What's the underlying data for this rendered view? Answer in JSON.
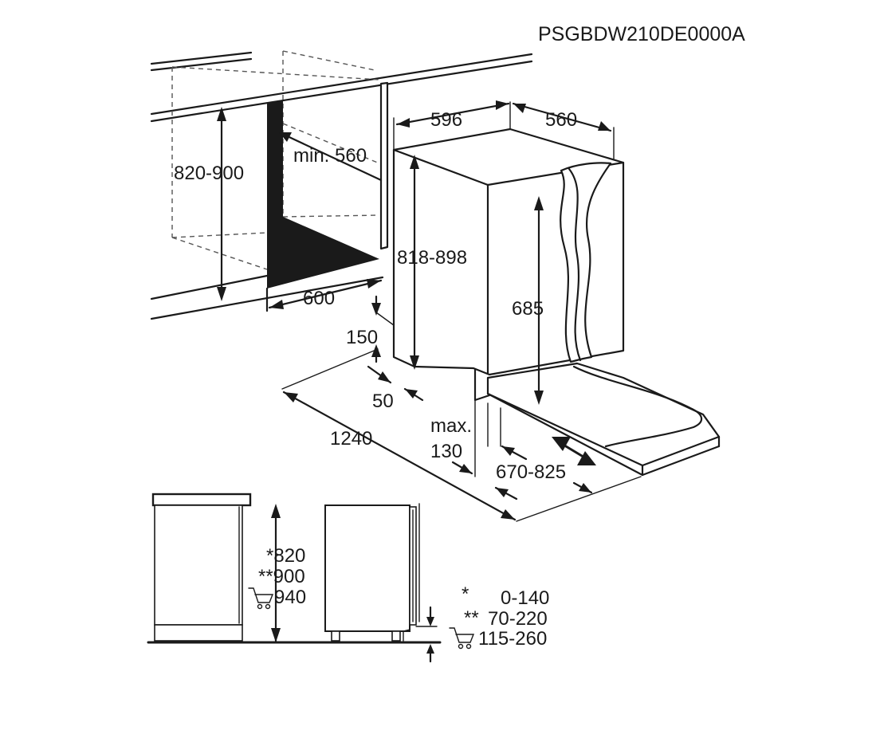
{
  "product_code": "PSGBDW210DE0000A",
  "dimensions": {
    "niche_height": "820-900",
    "niche_depth": "min. 560",
    "niche_width": "600",
    "appliance_width": "596",
    "appliance_depth": "560",
    "appliance_height": "818-898",
    "door_height": "685",
    "plinth_clearance": "150",
    "plinth_offset": "50",
    "door_opening_total": "1240",
    "plinth_depth_label_1": "max.",
    "plinth_depth_label_2": "130",
    "door_swing": "670-825"
  },
  "height_options": {
    "standard": "*820",
    "tall": "**900",
    "cart_variant": "940"
  },
  "foot_adjustment": {
    "standard_mark": "*",
    "standard_value": "0-140",
    "tall_mark": "**",
    "tall_value": "70-220",
    "cart_value": "115-260"
  }
}
